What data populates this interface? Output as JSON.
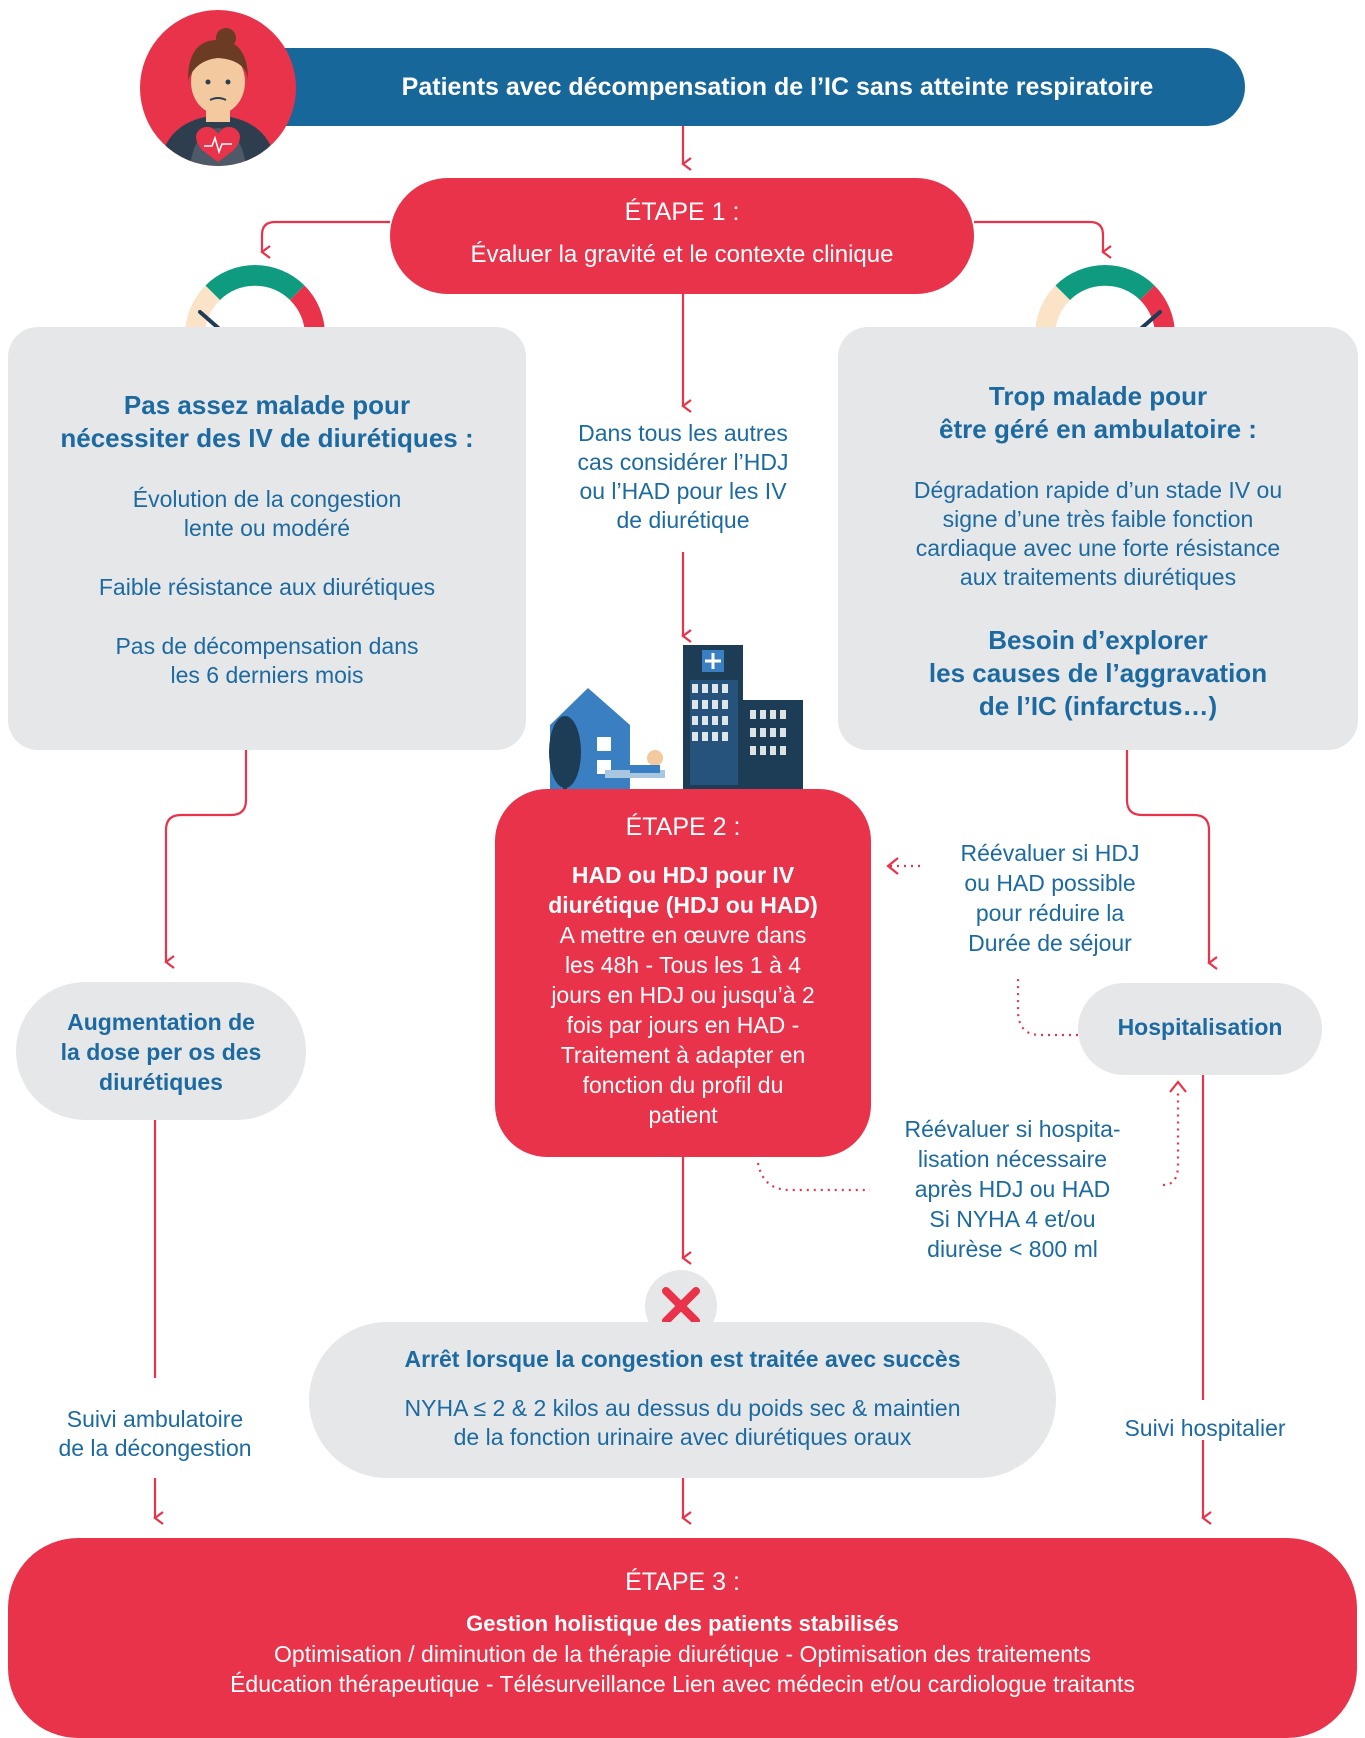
{
  "header": {
    "title": "Patients avec décompensation de l’IC sans atteinte respiratoire"
  },
  "step1": {
    "title": "ÉTAPE 1 :",
    "subtitle": "Évaluer la gravité et le contexte clinique"
  },
  "left_panel": {
    "heading_line1": "Pas assez malade pour",
    "heading_line2": "nécessiter des IV de diurétiques :",
    "items": [
      {
        "line1": "Évolution de la congestion",
        "line2": "lente ou modéré"
      },
      {
        "line1": "Faible résistance aux diurétiques",
        "line2": ""
      },
      {
        "line1": "Pas de décompensation dans",
        "line2": "les 6 derniers mois"
      }
    ]
  },
  "middle_text": {
    "lines": [
      "Dans tous les autres",
      "cas considérer l’HDJ",
      "ou l’HAD pour les IV",
      "de diurétique"
    ]
  },
  "right_panel": {
    "heading_line1": "Trop malade pour",
    "heading_line2": "être géré en ambulatoire :",
    "body_lines": [
      "Dégradation rapide d’un stade IV ou",
      "signe d’une très faible fonction",
      "cardiaque avec une forte résistance",
      "aux traitements diurétiques"
    ],
    "heading2_lines": [
      "Besoin d’explorer",
      "les causes de l’aggravation",
      "de l’IC (infarctus…)"
    ]
  },
  "step2": {
    "title": "ÉTAPE 2 :",
    "bold_lines": [
      "HAD ou HDJ pour IV",
      "diurétique (HDJ ou HAD)"
    ],
    "body_lines": [
      "A mettre en œuvre dans",
      "les 48h - Tous les 1 à 4",
      "jours en HDJ ou jusqu’à 2",
      "fois par jours en HAD -",
      "Traitement à adapter en",
      "fonction du profil du",
      "patient"
    ]
  },
  "reevaluate_hdj": {
    "lines": [
      "Réévaluer si HDJ",
      "ou HAD possible",
      "pour réduire la",
      "Durée de séjour"
    ]
  },
  "reevaluate_hosp": {
    "lines": [
      "Réévaluer si hospita-",
      "lisation nécessaire",
      "après HDJ ou HAD",
      "Si NYHA 4 et/ou",
      "diurèse < 800 ml"
    ]
  },
  "augmentation": {
    "lines": [
      "Augmentation de",
      "la dose per os des",
      "diurétiques"
    ]
  },
  "hospitalisation": {
    "label": "Hospitalisation"
  },
  "arret": {
    "title": "Arrêt lorsque la congestion est traitée avec succès",
    "line1": "NYHA ≤ 2 & 2 kilos au dessus du poids sec & maintien",
    "line2": "de la fonction urinaire avec diurétiques oraux"
  },
  "suivi_ambulatoire": {
    "line1": "Suivi ambulatoire",
    "line2": "de la décongestion"
  },
  "suivi_hospitalier": {
    "label": "Suivi hospitalier"
  },
  "step3": {
    "title": "ÉTAPE 3 :",
    "subtitle": "Gestion holistique des patients stabilisés",
    "line1": "Optimisation / diminution de la thérapie diurétique  - Optimisation des traitements",
    "line2": "Éducation thérapeutique - Télésurveillance  Lien avec médecin et/ou cardiologue traitants"
  },
  "colors": {
    "red": "#e8334a",
    "blue": "#17679b",
    "text_blue": "#1c6aa0",
    "grey": "#e6e7e8",
    "teal": "#0f9b80"
  }
}
